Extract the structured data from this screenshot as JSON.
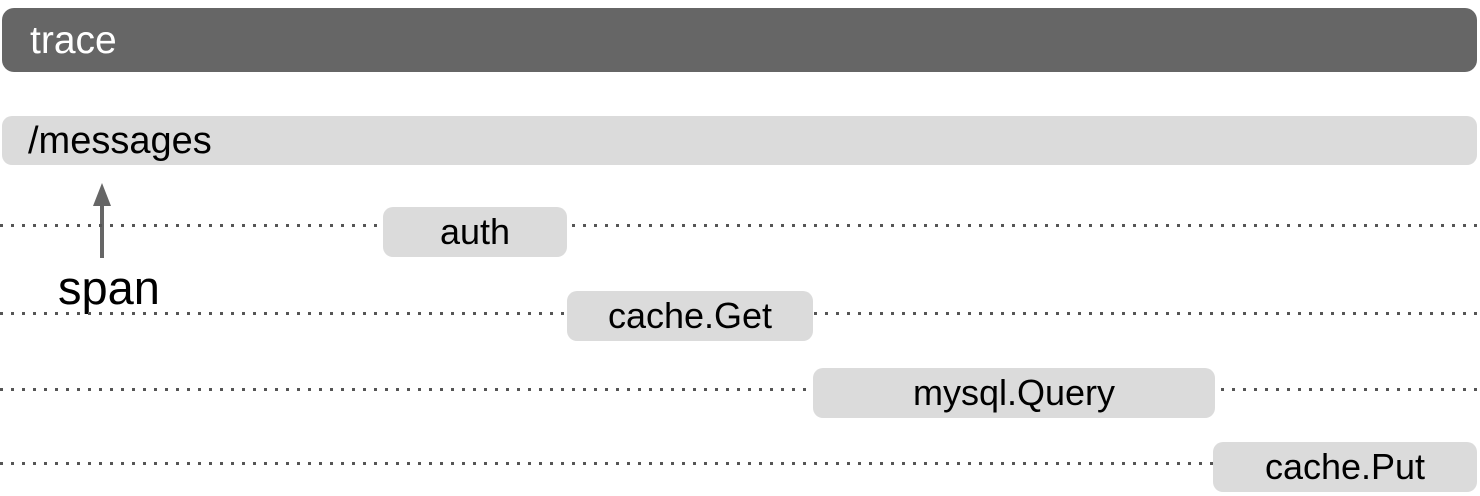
{
  "diagram": {
    "title": "trace",
    "root_span": {
      "label": "/messages"
    },
    "annotation": {
      "label": "span"
    },
    "spans": [
      {
        "label": "auth"
      },
      {
        "label": "cache.Get"
      },
      {
        "label": "mysql.Query"
      },
      {
        "label": "cache.Put"
      }
    ],
    "colors": {
      "canvas_bg": "#ffffff",
      "trace_bar_bg": "#666666",
      "trace_bar_text": "#ffffff",
      "span_box_bg": "#dbdbdb",
      "span_box_text": "#000000",
      "dotted_line": "#555555",
      "arrow": "#666666"
    }
  }
}
